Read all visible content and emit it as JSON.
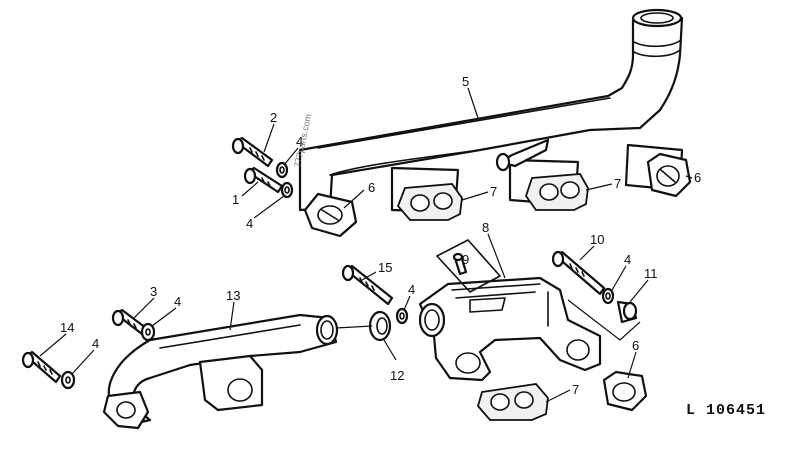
{
  "diagram": {
    "figure_ref": "L 106451",
    "watermark": "777parts.com",
    "callouts": {
      "c1": "1",
      "c2": "2",
      "c3": "3",
      "c4a": "4",
      "c4b": "4",
      "c4c": "4",
      "c4d": "4",
      "c4e": "4",
      "c4f": "4",
      "c5": "5",
      "c6a": "6",
      "c6b": "6",
      "c6c": "6",
      "c7a": "7",
      "c7b": "7",
      "c7c": "7",
      "c8": "8",
      "c9": "9",
      "c10": "10",
      "c11": "11",
      "c12": "12",
      "c13": "13",
      "c14": "14",
      "c15": "15"
    }
  }
}
